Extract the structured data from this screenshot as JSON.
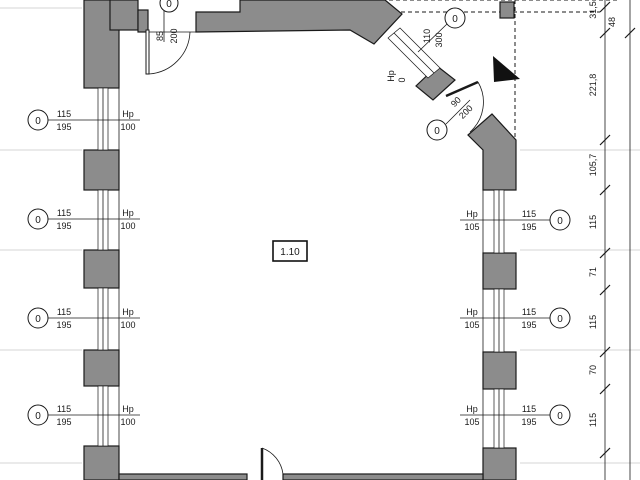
{
  "room": {
    "label": "1.10"
  },
  "windows": {
    "left": [
      {
        "mark": "0",
        "width": "115",
        "height": "195",
        "sill_label": "Hp",
        "sill": "100"
      },
      {
        "mark": "0",
        "width": "115",
        "height": "195",
        "sill_label": "Hp",
        "sill": "100"
      },
      {
        "mark": "0",
        "width": "115",
        "height": "195",
        "sill_label": "Hp",
        "sill": "100"
      },
      {
        "mark": "0",
        "width": "115",
        "height": "195",
        "sill_label": "Hp",
        "sill": "100"
      }
    ],
    "right": [
      {
        "mark": "0",
        "width": "115",
        "height": "195",
        "sill_label": "Hp",
        "sill": "105"
      },
      {
        "mark": "0",
        "width": "115",
        "height": "195",
        "sill_label": "Hp",
        "sill": "105"
      },
      {
        "mark": "0",
        "width": "115",
        "height": "195",
        "sill_label": "Hp",
        "sill": "105"
      }
    ],
    "diagonal": {
      "mark": "0",
      "width": "110",
      "height": "300",
      "sill_label": "Hp",
      "sill": "0"
    }
  },
  "doors": {
    "top_left": {
      "mark": "0",
      "width": "85",
      "height": "200"
    },
    "diagonal": {
      "mark": "0",
      "width": "90",
      "height": "200"
    }
  },
  "dimensions": {
    "right_chain": [
      "31,5",
      "48",
      "221,8",
      "105,7",
      "115",
      "71",
      "115",
      "70",
      "115"
    ]
  }
}
